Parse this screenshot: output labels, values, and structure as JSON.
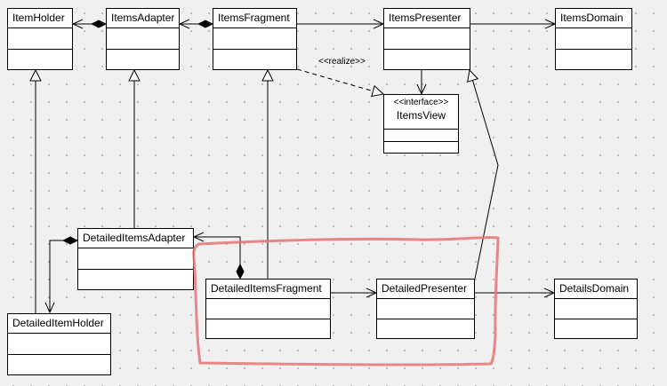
{
  "diagram": {
    "classes": {
      "item_holder": "ItemHolder",
      "items_adapter": "ItemsAdapter",
      "items_fragment": "ItemsFragment",
      "items_presenter": "ItemsPresenter",
      "items_domain": "ItemsDomain",
      "items_view": "ItemsView",
      "detailed_items_adapter": "DetailedItemsAdapter",
      "detailed_item_holder": "DetailedItemHolder",
      "detailed_items_fragment": "DetailedItemsFragment",
      "detailed_presenter": "DetailedPresenter",
      "details_domain": "DetailsDomain"
    },
    "interface_stereotype": "<<interface>>",
    "realize_label": "<<realize>>",
    "colors": {
      "background": "#f0f0f0",
      "grid_dot": "#b8b8b8",
      "box_fill": "#ffffff",
      "line": "#000000",
      "highlight": "#e06666"
    }
  }
}
